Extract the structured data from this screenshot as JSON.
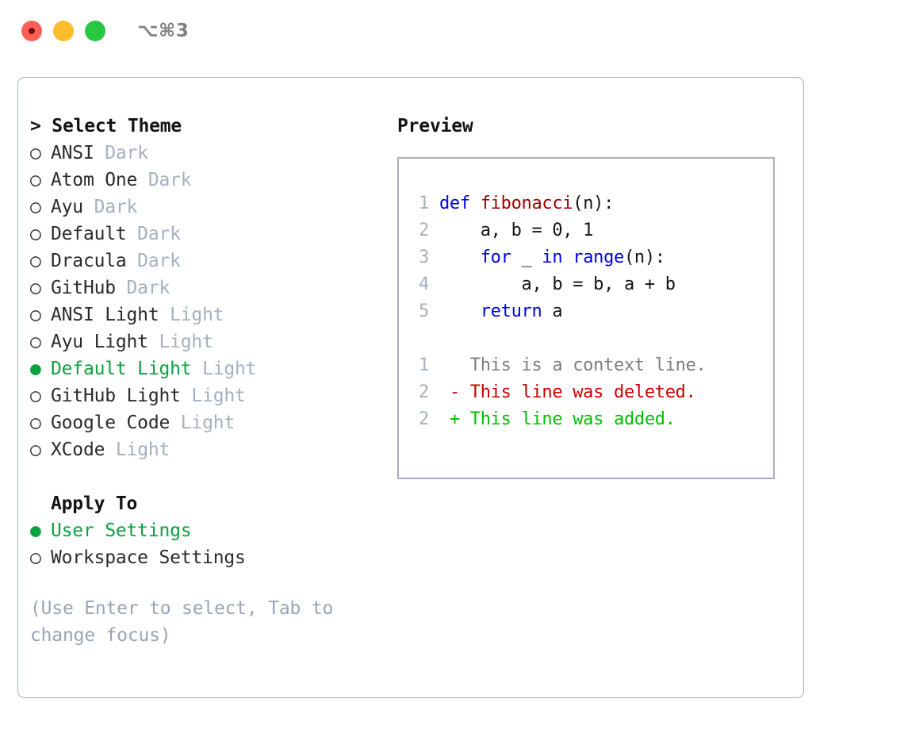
{
  "window": {
    "shortcut": "⌥⌘3",
    "traffic_lights": [
      {
        "name": "close",
        "color": "#ff5f57"
      },
      {
        "name": "minimize",
        "color": "#ffbd2e"
      },
      {
        "name": "maximize",
        "color": "#28c840"
      }
    ]
  },
  "colors": {
    "selected_green": "#0aa13f",
    "muted_gray": "#a6b0bf",
    "border": "#a6b0bf",
    "keyword_blue": "#0000ee",
    "function_red": "#a30000",
    "diff_added": "#00c000",
    "diff_deleted": "#cc0000",
    "diff_context": "#7d7d7d"
  },
  "theme_list": {
    "header": "> Select Theme",
    "marker_unselected": "○",
    "marker_selected": "●",
    "items": [
      {
        "name": "ANSI",
        "tag": "Dark",
        "selected": false
      },
      {
        "name": "Atom One",
        "tag": "Dark",
        "selected": false
      },
      {
        "name": "Ayu",
        "tag": "Dark",
        "selected": false
      },
      {
        "name": "Default",
        "tag": "Dark",
        "selected": false
      },
      {
        "name": "Dracula",
        "tag": "Dark",
        "selected": false
      },
      {
        "name": "GitHub",
        "tag": "Dark",
        "selected": false
      },
      {
        "name": "ANSI Light",
        "tag": "Light",
        "selected": false
      },
      {
        "name": "Ayu Light",
        "tag": "Light",
        "selected": false
      },
      {
        "name": "Default Light",
        "tag": "Light",
        "selected": true
      },
      {
        "name": "GitHub Light",
        "tag": "Light",
        "selected": false
      },
      {
        "name": "Google Code",
        "tag": "Light",
        "selected": false
      },
      {
        "name": "XCode",
        "tag": "Light",
        "selected": false
      }
    ]
  },
  "apply_to": {
    "header": "Apply To",
    "items": [
      {
        "name": "User Settings",
        "selected": true
      },
      {
        "name": "Workspace Settings",
        "selected": false
      }
    ]
  },
  "hint": "(Use Enter to select, Tab to change focus)",
  "preview": {
    "title": "Preview",
    "code_lines": [
      {
        "num": "1",
        "tokens": [
          {
            "t": "def ",
            "c": "kw"
          },
          {
            "t": "fibonacci",
            "c": "fn"
          },
          {
            "t": "(n):",
            "c": "punc"
          }
        ]
      },
      {
        "num": "2",
        "tokens": [
          {
            "t": "    a, b = 0, 1",
            "c": "plain"
          }
        ]
      },
      {
        "num": "3",
        "tokens": [
          {
            "t": "    for ",
            "c": "kw"
          },
          {
            "t": "_ ",
            "c": "plain"
          },
          {
            "t": "in ",
            "c": "kw"
          },
          {
            "t": "range",
            "c": "kw"
          },
          {
            "t": "(n):",
            "c": "punc"
          }
        ]
      },
      {
        "num": "4",
        "tokens": [
          {
            "t": "        a, b = b, a + b",
            "c": "plain"
          }
        ]
      },
      {
        "num": "5",
        "tokens": [
          {
            "t": "    return ",
            "c": "kw"
          },
          {
            "t": "a",
            "c": "plain"
          }
        ]
      }
    ],
    "diff_lines": [
      {
        "num": "1",
        "sign": " ",
        "text": "This is a context line.",
        "kind": "ctx"
      },
      {
        "num": "2",
        "sign": "-",
        "text": "This line was deleted.",
        "kind": "del"
      },
      {
        "num": "2",
        "sign": "+",
        "text": "This line was added.",
        "kind": "add"
      }
    ]
  }
}
